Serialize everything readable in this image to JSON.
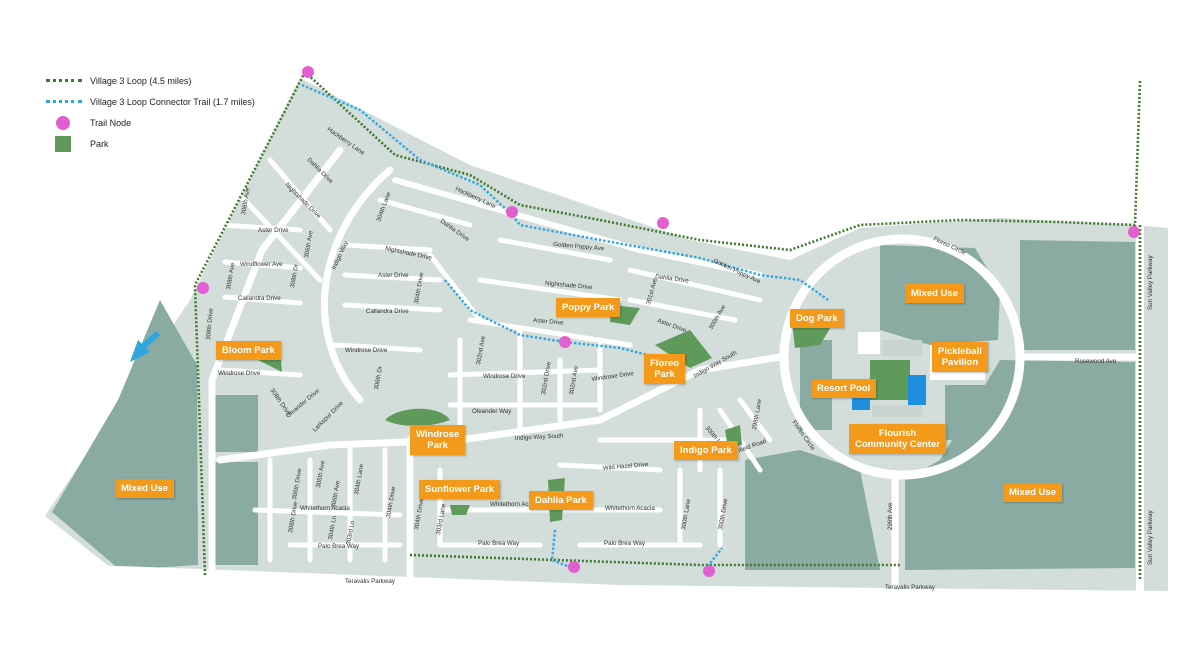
{
  "legend": {
    "loop_label": "Village 3 Loop (4.5 miles)",
    "connector_label": "Village 3 Loop Connector Trail (1.7 miles)",
    "node_label": "Trail Node",
    "park_label": "Park"
  },
  "colors": {
    "land": "#d3ddd9",
    "road": "#ffffff",
    "mixed_use": "#8aaba1",
    "park_green": "#5f9a5a",
    "loop_trail": "#3f7a2e",
    "connector_trail": "#2fa6e0",
    "trail_node": "#e15fcf",
    "label_badge": "#f39a1a"
  },
  "labels": {
    "bloom_park": "Bloom Park",
    "poppy_park": "Poppy Park",
    "dog_park": "Dog Park",
    "mixed_use_top": "Mixed Use",
    "pickleball": "Pickleball\nPavilion",
    "floreo_park": "Floreo\nPark",
    "resort_pool": "Resort Pool",
    "windrose_park": "Windrose\nPark",
    "indigo_park": "Indigo Park",
    "community_center": "Flourish\nCommunity Center",
    "mixed_use_left": "Mixed Use",
    "mixed_use_right": "Mixed Use",
    "sunflower_park": "Sunflower Park",
    "dahlia_park": "Dahlia Park"
  },
  "streets": {
    "hackberry_lane_1": "Hackberry Lane",
    "hackberry_lane_2": "Hackberry Lane",
    "dahlia_drive_1": "Dahlia Drive",
    "dahlia_drive_2": "Dahlia Drive",
    "dahlia_drive_3": "Dahlia Drive",
    "nightshade_drive_1": "Nightshade Drive",
    "nightshade_drive_2": "Nightshade Drive",
    "nightshade_drive_3": "Nightshade Drive",
    "ave_306th_1": "306th Ave",
    "ave_306th_2": "306th Ave",
    "ave_306th_3": "306th Ave",
    "lane_304th": "304th Lane",
    "aster_drive_1": "Aster Drive",
    "aster_drive_2": "Aster Drive",
    "aster_drive_3": "Aster Drive",
    "aster_drive_4": "Aster Drive",
    "golden_poppy_1": "Golden Poppy Ave",
    "golden_poppy_2": "Golden Poppy Ave",
    "windflower_ave": "Windflower Ave",
    "ave_308th": "308th Ave",
    "dr_308th": "308th Dr",
    "indigo_way": "Indigo Way",
    "callandra_drive_1": "Callandra Drive",
    "callandra_drive_2": "Callandra Drive",
    "drive_304th_1": "304th Drive",
    "drive_304th_2": "304th Drive",
    "ave_301st": "301st Ave",
    "ave_300th": "300th Ave",
    "drive_308th_1": "308th Drive",
    "drive_308th_2": "308th Drive",
    "drive_308th_3": "308th Drive",
    "windrose_drive_1": "Windrose Drive",
    "windrose_drive_2": "Windrose Drive",
    "windrose_drive_3": "Windrose Drive",
    "windrose_drive_4": "Windrose Drive",
    "ave_302nd": "302nd Ave",
    "drive_302nd": "302nd Drive",
    "ave_302nd_b": "302nd Ave",
    "indigo_way_south_1": "Indigo Way South",
    "indigo_way_south_2": "Indigo Way South",
    "floreo_circle_1": "Floreo Circle",
    "floreo_circle_2": "Floreo Circle",
    "oleander_drive": "Oleander Drive",
    "oleander_way": "Oleander Way",
    "larkspur_drive": "Larkspur Drive",
    "dr_306th": "306th Dr",
    "lane_300th": "300th Lane",
    "lane_298th": "298th Lane",
    "bloomfield_road": "Bloomfield Road",
    "wild_hazel_drive": "Wild Hazel Drive",
    "ave_305th": "305th Ave",
    "lane_304th_b": "304th Lane",
    "drive_304th_3": "304th Drive",
    "drive_306th": "306th Drive",
    "whitethorn_acacia_1": "Whitethorn Acacia",
    "whitethorn_acacia_2": "Whitethorn Acacia",
    "whitethorn_acacia_3": "Whitethorn Acacia",
    "lane_303rd": "303rd Lane",
    "ln_304th": "304th Ln",
    "ln_303rd": "303rd Ln",
    "palo_brea_way_1": "Palo Brea Way",
    "palo_brea_way_2": "Palo Brea Way",
    "palo_brea_way_3": "Palo Brea Way",
    "lane_300th_b": "300th Lane",
    "drive_300th": "300th Drive",
    "ave_296th": "296th Ave",
    "rosewood_ave": "Rosewood Ave",
    "teravalis_parkway_1": "Teravalis Parkway",
    "teravalis_parkway_2": "Teravalis Parkway",
    "sun_valley_parkway_1": "Sun Valley Parkway",
    "sun_valley_parkway_2": "Sun Valley Parkway"
  }
}
